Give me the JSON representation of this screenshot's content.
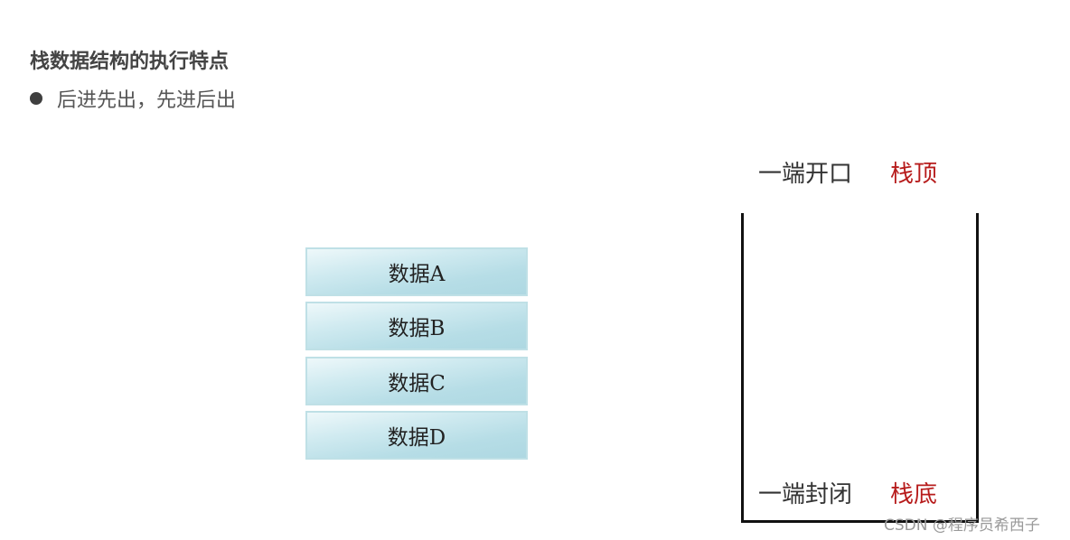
{
  "heading": "栈数据结构的执行特点",
  "bullets": [
    "后进先出，先进后出"
  ],
  "blocks": [
    "数据A",
    "数据B",
    "数据C",
    "数据D"
  ],
  "stack": {
    "open_end_label": "一端开口",
    "top_label": "栈顶",
    "closed_end_label": "一端封闭",
    "bottom_label": "栈底"
  },
  "watermark": "CSDN @程序员希西子",
  "colors": {
    "accent_red": "#b71c1c",
    "block_fill": "#b6dde6",
    "text_dark": "#333333"
  }
}
